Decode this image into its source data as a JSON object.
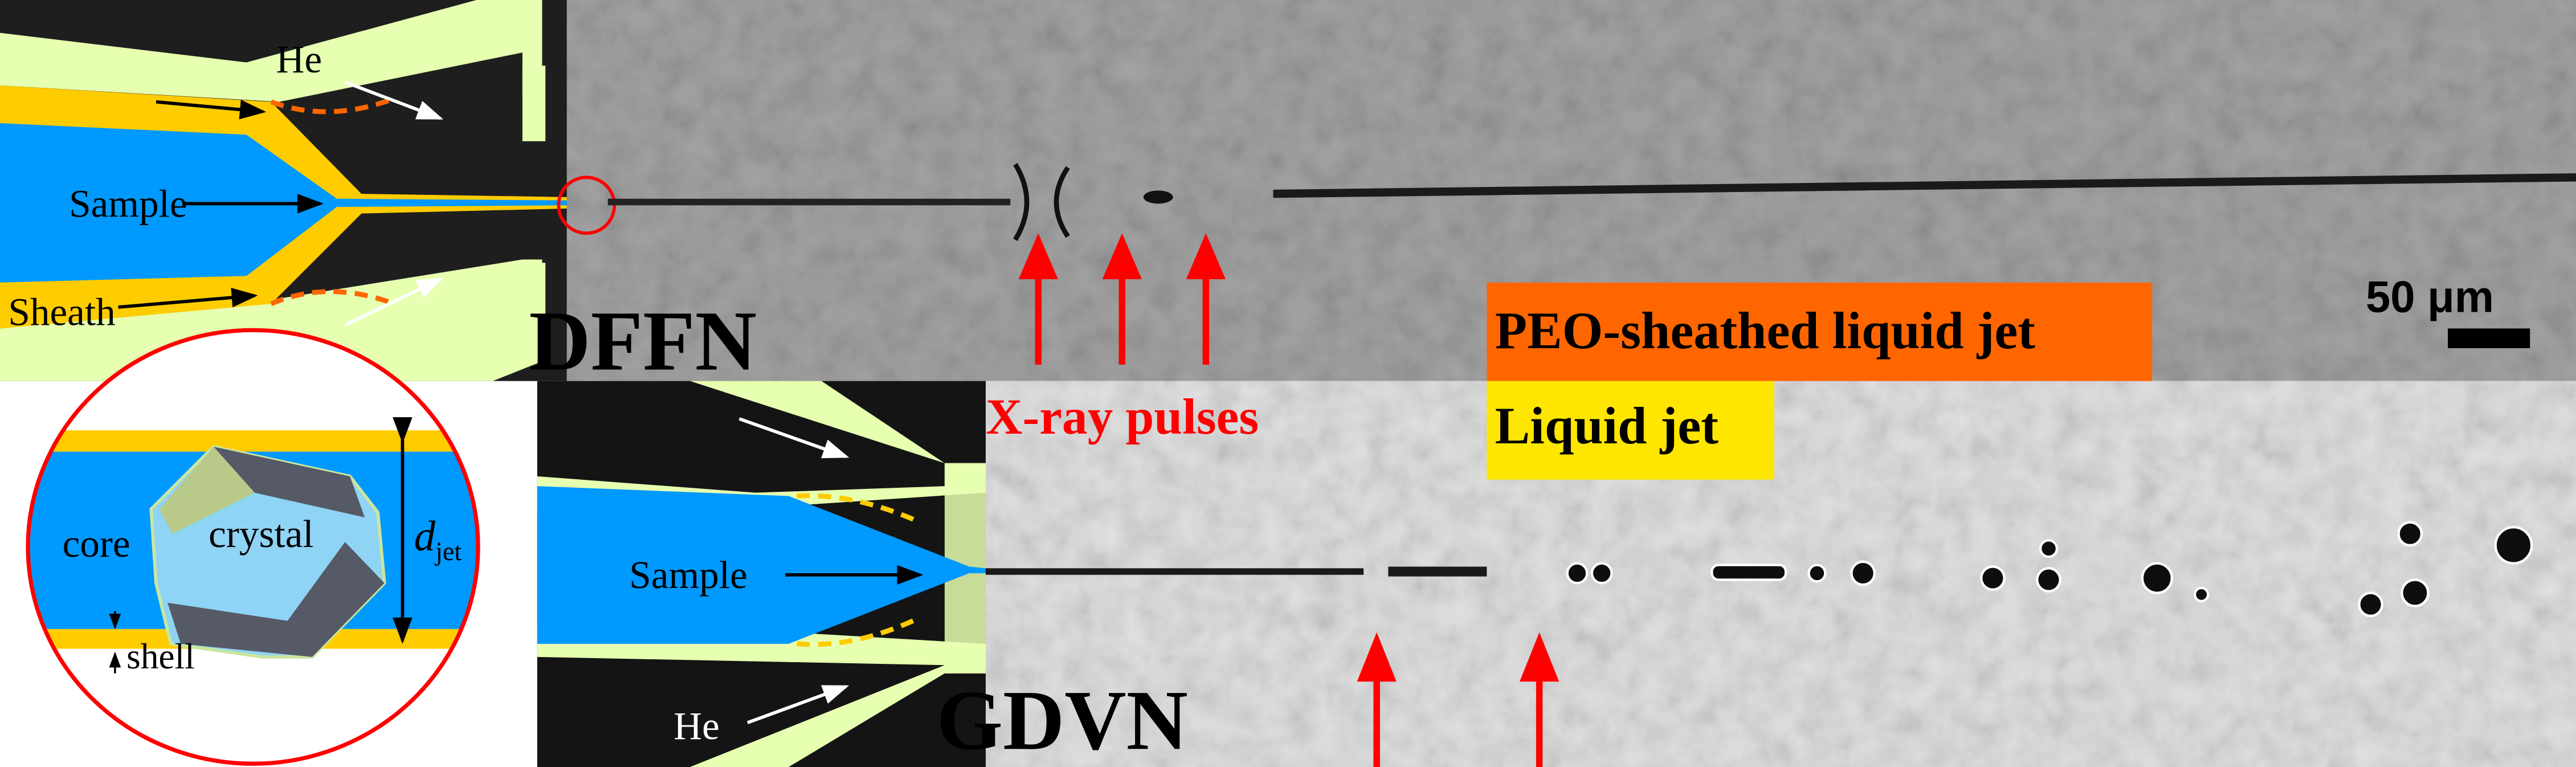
{
  "top_panel": {
    "nozzle_label": "DFFN",
    "gas_label": "He",
    "sample_label": "Sample",
    "sheath_label": "Sheath",
    "jet_type_label": "PEO-sheathed liquid jet",
    "scale_bar_label": "50 μm"
  },
  "bottom_panel": {
    "nozzle_label": "GDVN",
    "gas_label": "He",
    "sample_label": "Sample",
    "jet_type_label": "Liquid jet"
  },
  "xray_label": "X-ray pulses",
  "inset": {
    "core_label": "core",
    "crystal_label": "crystal",
    "diameter_symbol": "d",
    "diameter_subscript": "jet",
    "shell_label": "shell"
  },
  "colors": {
    "sample_blue": "#0099ff",
    "sheath_yellow": "#ffcc00",
    "nozzle_green": "#e6ffb0",
    "arrow_red": "#ff0000",
    "peo_orange": "#ff6600",
    "liquid_yellow": "#ffe600"
  }
}
